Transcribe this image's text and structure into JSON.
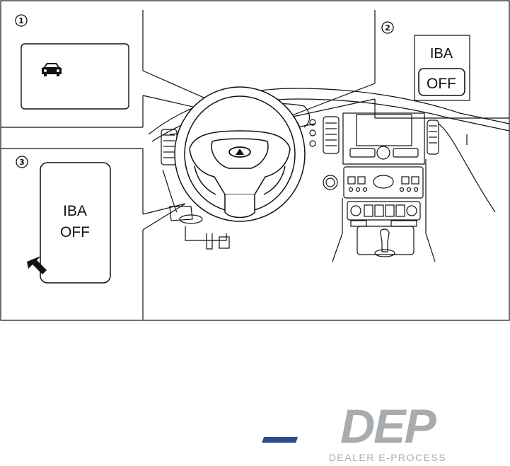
{
  "callouts": {
    "one": "1",
    "two": "2",
    "three": "3"
  },
  "panel2": {
    "line1": "IBA",
    "line2": "OFF"
  },
  "panel3": {
    "line1": "IBA",
    "line2": "OFF"
  },
  "logo": {
    "text": "DEP",
    "tagline": "DEALER E-PROCESS"
  },
  "icons": {
    "car": "car-icon",
    "pointer": "pointer-arrow-icon",
    "emblem": "infiniti-emblem-icon"
  },
  "colors": {
    "line": "#111111",
    "logo_gray": "#a9acaf",
    "logo_blue": "#2c4a8c"
  }
}
